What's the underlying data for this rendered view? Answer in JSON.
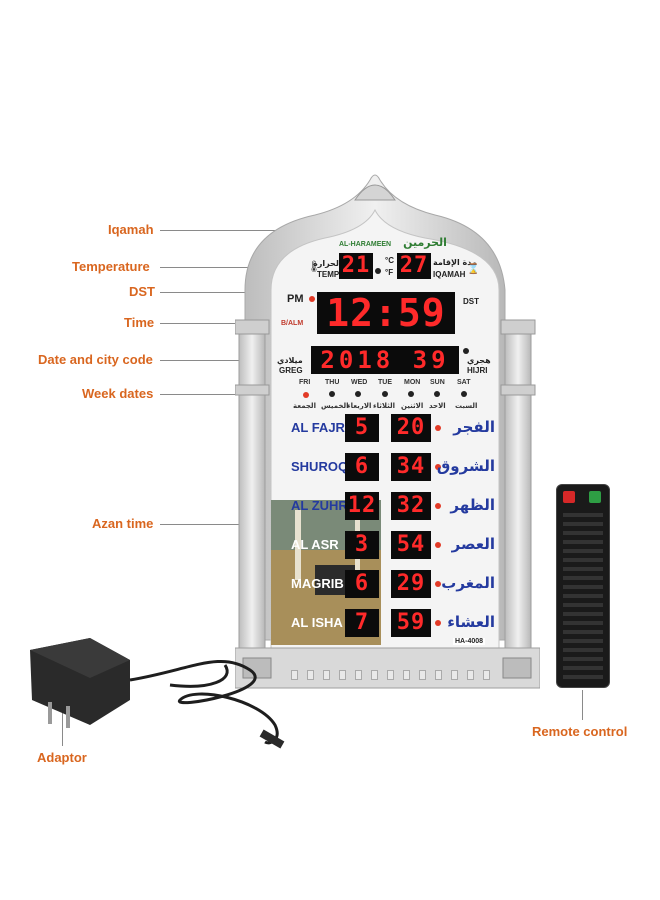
{
  "callouts": {
    "iqamah": "Iqamah",
    "temperature": "Temperature",
    "dst": "DST",
    "time": "Time",
    "date_city": "Date and city code",
    "week_dates": "Week dates",
    "azan_time": "Azan time",
    "adaptor": "Adaptor",
    "remote_control": "Remote control"
  },
  "clock": {
    "brand_en": "AL-HARAMEEN",
    "brand_ar": "الحرمين",
    "temp_value": "21",
    "temp_label_en": "TEMP",
    "temp_label_ar": "الحرارة",
    "unit_c": "°C",
    "unit_f": "°F",
    "iqamah_value": "27",
    "iqamah_label_en": "IQAMAH",
    "iqamah_label_ar": "مدة الإقامة",
    "pm_label": "PM",
    "dst_label": "DST",
    "alarm_label": "B/ALM",
    "time_value": "12:59",
    "date_value": "2018 39",
    "greg_label_en": "GREG",
    "greg_label_ar": "ميلادي",
    "hijri_label_en": "HIJRI",
    "hijri_label_ar": "هجري",
    "days_en": [
      "FRI",
      "THU",
      "WED",
      "TUE",
      "MON",
      "SUN",
      "SAT"
    ],
    "days_ar": [
      "الجمعة",
      "الخميس",
      "الاربعاء",
      "الثلاثاء",
      "الاثنين",
      "الاحد",
      "السبت"
    ],
    "prayers": [
      {
        "en": "AL FAJR",
        "ar": "الفجر",
        "hour": "5",
        "min": "20"
      },
      {
        "en": "SHUROQ",
        "ar": "الشروق",
        "hour": "6",
        "min": "34"
      },
      {
        "en": "AL ZUHR",
        "ar": "الظهر",
        "hour": "12",
        "min": "32"
      },
      {
        "en": "AL ASR",
        "ar": "العصر",
        "hour": "3",
        "min": "54"
      },
      {
        "en": "MAGRIB",
        "ar": "المغرب",
        "hour": "6",
        "min": "29"
      },
      {
        "en": "AL ISHA",
        "ar": "العشاء",
        "hour": "7",
        "min": "59"
      }
    ],
    "model": "HA-4008"
  },
  "colors": {
    "callout": "#d9661f",
    "led": "#ff2a2a",
    "prayer_text": "#243a9f",
    "frame": "#c9c9c9"
  },
  "icons": [
    "thermometer-icon",
    "hourglass-icon",
    "adaptor-plug-icon",
    "remote-icon"
  ]
}
